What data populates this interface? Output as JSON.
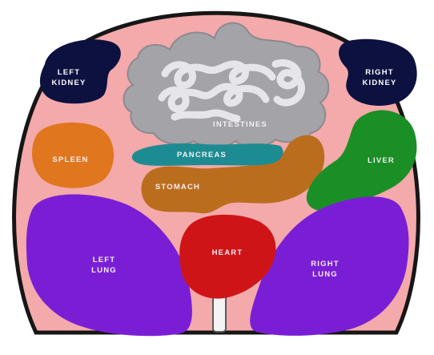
{
  "labels": {
    "left_kidney_line1": "LEFT",
    "left_kidney_line2": "KIDNEY",
    "right_kidney_line1": "RIGHT",
    "right_kidney_line2": "KIDNEY",
    "intestines": "INTESTINES",
    "pancreas": "PANCREAS",
    "spleen": "SPLEEN",
    "liver": "LIVER",
    "stomach": "STOMACH",
    "heart": "HEART",
    "left_lung_line1": "LEFT",
    "left_lung_line2": "LUNG",
    "right_lung_line1": "RIGHT",
    "right_lung_line2": "LUNG"
  },
  "colors": {
    "body": "#f4a9aa",
    "outline": "#161616",
    "kidney": "#0c1140",
    "intestines": "#a4a3a8",
    "intestine_coils": "#e6e6ea",
    "pancreas": "#1d8c92",
    "spleen": "#e0761e",
    "liver": "#1a8f26",
    "stomach": "#bb6d1e",
    "heart": "#cf1418",
    "heart_stem": "#f4f4f4",
    "lung": "#7a1ed6"
  }
}
